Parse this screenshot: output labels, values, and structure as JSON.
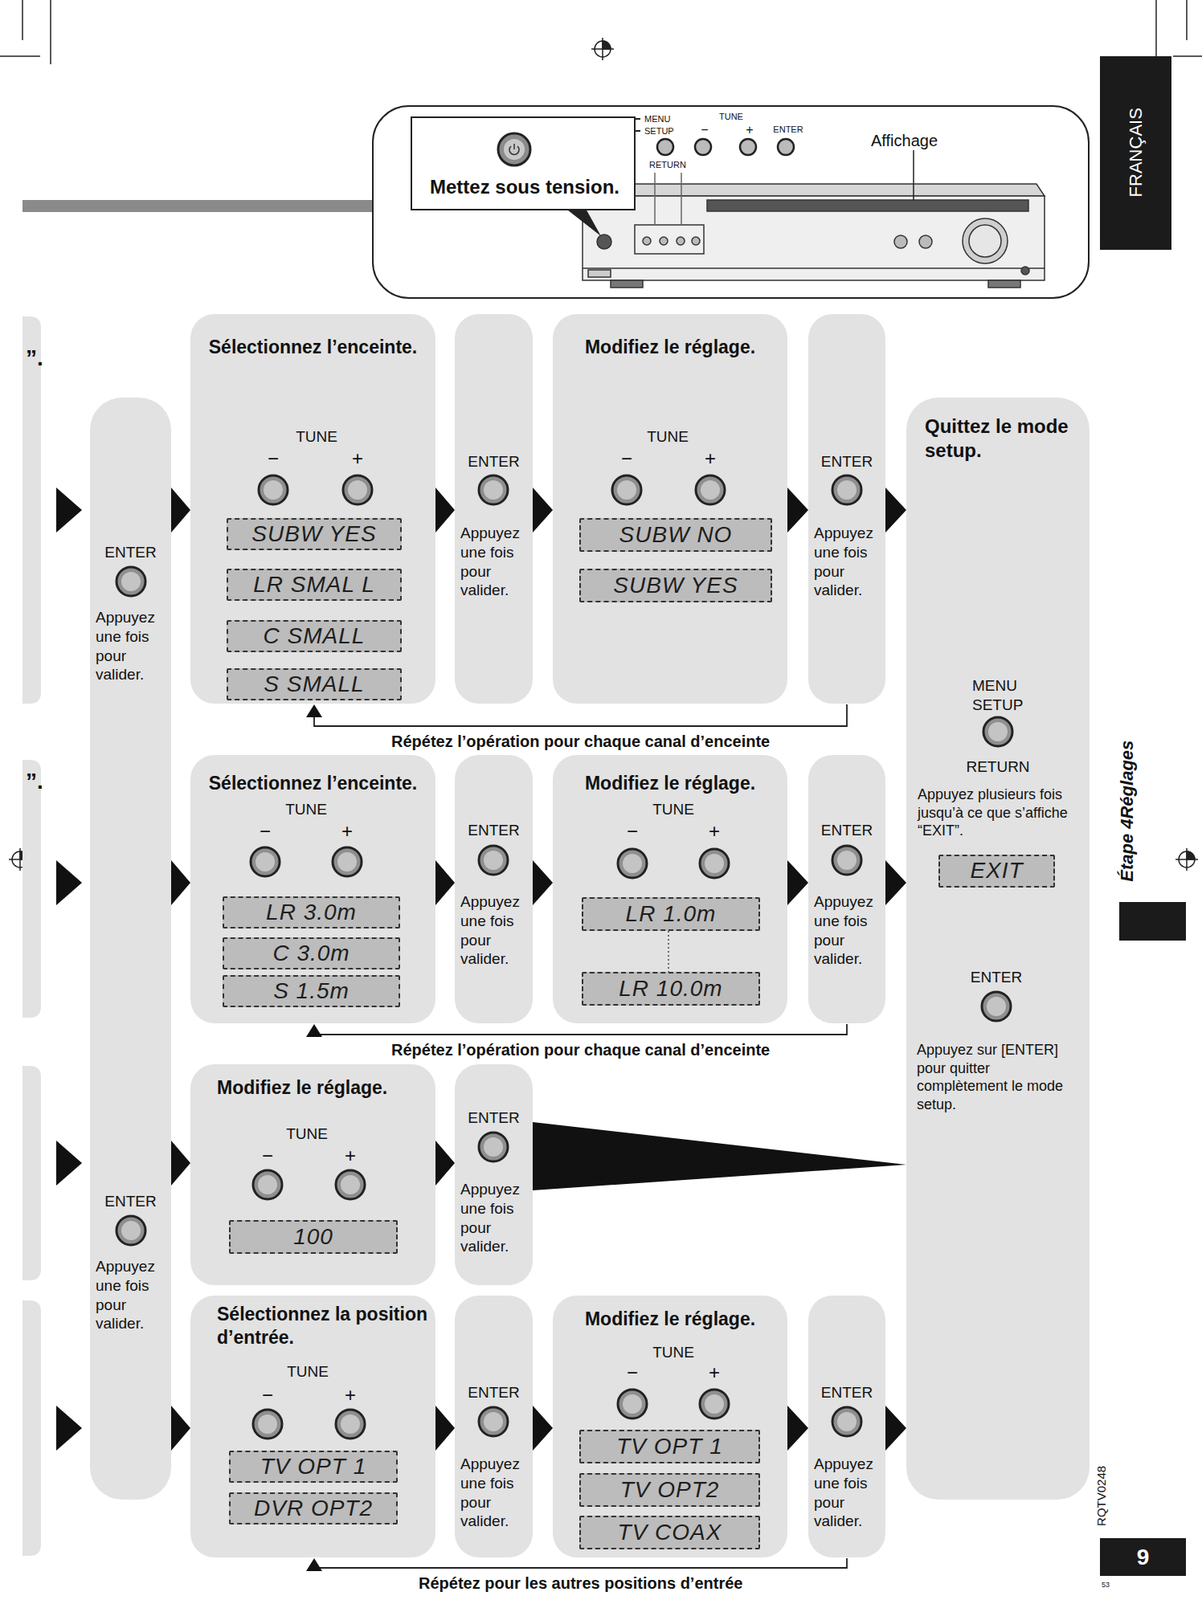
{
  "diagram": {
    "nodes": [
      {
        "text": [
          "MENU",
          "SETUP",
          "RETURN",
          "TUNE",
          "−",
          "+",
          "ENTER",
          "Affichage"
        ]
      },
      {
        "text": [
          "Mettez sous tension."
        ],
        "in": 0
      },
      {
        "text": [
          "FRANÇAIS"
        ]
      },
      {
        "text": [
          "ENTER",
          "Appuyez une fois pour valider.",
          "ENTER",
          "Appuyez une fois pour valider."
        ]
      },
      {
        "text": [
          "Sélectionnez l’enceinte.",
          "TUNE",
          "−",
          "+"
        ]
      },
      {
        "text": [
          "SUBW YES"
        ],
        "in": 4
      },
      {
        "text": [
          "LR SMAL L"
        ],
        "in": 4
      },
      {
        "text": [
          "C SMALL"
        ],
        "in": 4
      },
      {
        "text": [
          "S SMALL"
        ],
        "in": 4
      },
      {
        "text": [
          "ENTER",
          "Appuyez une fois pour valider."
        ]
      },
      {
        "text": [
          "Modifiez le réglage.",
          "TUNE",
          "−",
          "+"
        ]
      },
      {
        "text": [
          "SUBW NO"
        ],
        "in": 10
      },
      {
        "text": [
          "SUBW YES"
        ],
        "in": 10
      },
      {
        "text": [
          "ENTER",
          "Appuyez une fois pour valider."
        ]
      },
      {
        "text": [
          "Quittez le mode setup.",
          "MENU",
          "SETUP",
          "RETURN",
          "Appuyez plusieurs fois jusqu’à ce que s’affiche “EXIT”.",
          "ENTER",
          "Appuyez sur [ENTER] pour quitter complètement le mode setup."
        ]
      },
      {
        "text": [
          "EXIT"
        ],
        "in": 14
      },
      {
        "text": [
          "Sélectionnez l’enceinte.",
          "TUNE",
          "−",
          "+"
        ]
      },
      {
        "text": [
          "LR 3.0m"
        ],
        "in": 16
      },
      {
        "text": [
          "C 3.0m"
        ],
        "in": 16
      },
      {
        "text": [
          "S 1.5m"
        ],
        "in": 16
      },
      {
        "text": [
          "ENTER",
          "Appuyez une fois pour valider."
        ]
      },
      {
        "text": [
          "Modifiez le réglage.",
          "TUNE",
          "−",
          "+"
        ]
      },
      {
        "text": [
          "LR 1.0m"
        ],
        "in": 21
      },
      {
        "text": [
          "LR 10.0m"
        ],
        "in": 21
      },
      {
        "text": [
          "ENTER",
          "Appuyez une fois pour valider."
        ]
      },
      {
        "text": [
          "Modifiez le réglage.",
          "TUNE",
          "−",
          "+"
        ]
      },
      {
        "text": [
          "100"
        ],
        "in": 25
      },
      {
        "text": [
          "ENTER",
          "Appuyez une fois pour valider."
        ]
      },
      {
        "text": [
          "Sélectionnez la position d’entrée.",
          "TUNE",
          "−",
          "+"
        ]
      },
      {
        "text": [
          "TV OPT 1"
        ],
        "in": 28
      },
      {
        "text": [
          "DVR OPT2"
        ],
        "in": 28
      },
      {
        "text": [
          "ENTER",
          "Appuyez une fois pour valider."
        ]
      },
      {
        "text": [
          "Modifiez le réglage.",
          "TUNE",
          "−",
          "+"
        ]
      },
      {
        "text": [
          "TV OPT 1"
        ],
        "in": 32
      },
      {
        "text": [
          "TV OPT2"
        ],
        "in": 32
      },
      {
        "text": [
          "TV COAX"
        ],
        "in": 32
      },
      {
        "text": [
          "ENTER",
          "Appuyez une fois pour valider."
        ]
      },
      {
        "text": [
          "9"
        ]
      }
    ],
    "edges": [
      {
        "from": 3,
        "to": 4,
        "arrow": "to"
      },
      {
        "from": 4,
        "to": 9,
        "arrow": "to"
      },
      {
        "from": 9,
        "to": 10,
        "arrow": "to"
      },
      {
        "from": 10,
        "to": 13,
        "arrow": "to"
      },
      {
        "from": 13,
        "to": 14,
        "arrow": "to"
      },
      {
        "from": 13,
        "to": 4,
        "label": "Répétez l’opération pour chaque canal d’enceinte",
        "arrow": "to"
      },
      {
        "from": 3,
        "to": 16,
        "arrow": "to"
      },
      {
        "from": 16,
        "to": 20,
        "arrow": "to"
      },
      {
        "from": 20,
        "to": 21,
        "arrow": "to"
      },
      {
        "from": 21,
        "to": 24,
        "arrow": "to"
      },
      {
        "from": 24,
        "to": 14,
        "arrow": "to"
      },
      {
        "from": 24,
        "to": 16,
        "label": "Répétez l’opération pour chaque canal d’enceinte",
        "arrow": "to"
      },
      {
        "from": 3,
        "to": 25,
        "arrow": "to"
      },
      {
        "from": 25,
        "to": 27,
        "arrow": "to"
      },
      {
        "from": 27,
        "to": 14,
        "arrow": "to"
      },
      {
        "from": 3,
        "to": 28,
        "arrow": "to"
      },
      {
        "from": 28,
        "to": 31,
        "arrow": "to"
      },
      {
        "from": 31,
        "to": 32,
        "arrow": "to"
      },
      {
        "from": 32,
        "to": 36,
        "arrow": "to"
      },
      {
        "from": 36,
        "to": 14,
        "arrow": "to"
      },
      {
        "from": 36,
        "to": 28,
        "label": "Répétez pour les autres positions d’entrée",
        "arrow": "to"
      }
    ],
    "labels": [
      "”.",
      "”.",
      "Étape 4Réglages",
      "RQTV0248",
      "53"
    ]
  }
}
